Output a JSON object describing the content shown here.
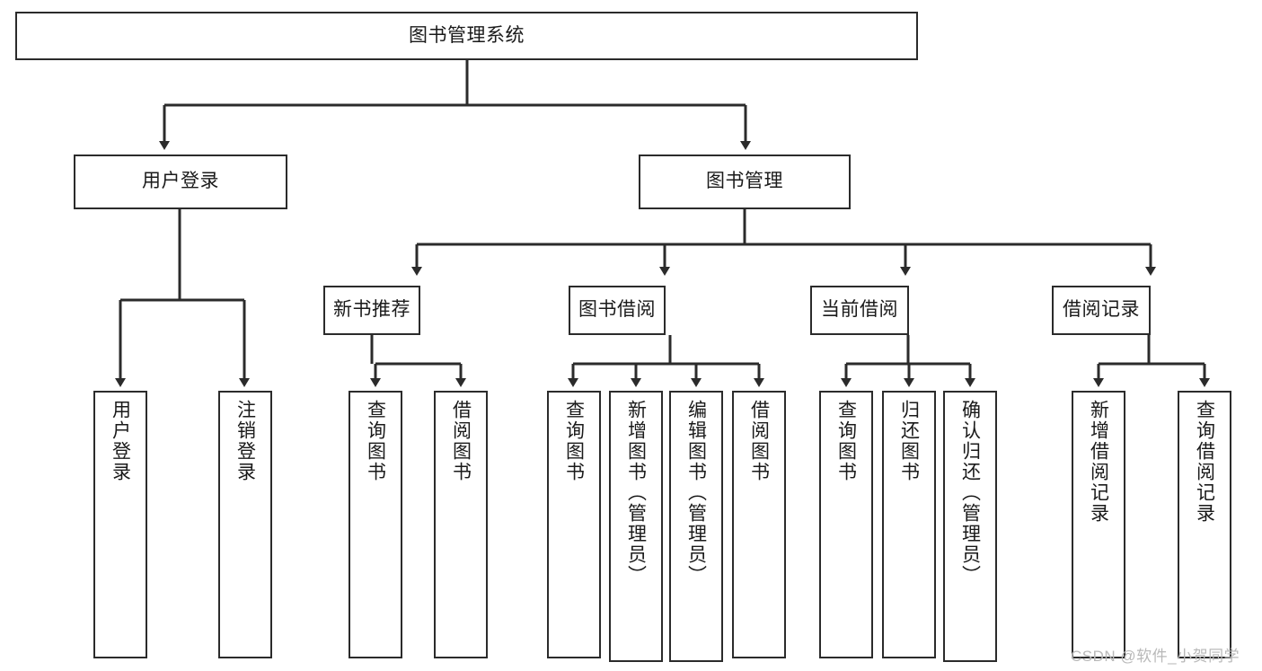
{
  "diagram": {
    "title": "图书管理系统",
    "type": "tree",
    "background_color": "#ffffff",
    "line_color": "#2b2b2b",
    "text_color": "#1a1a1a",
    "nodes": {
      "root": {
        "label": "图书管理系统",
        "orientation": "horizontal"
      },
      "user_login": {
        "label": "用户登录",
        "orientation": "horizontal"
      },
      "book_manage": {
        "label": "图书管理",
        "orientation": "horizontal"
      },
      "new_book_rec": {
        "label": "新书推荐",
        "orientation": "horizontal"
      },
      "book_borrow": {
        "label": "图书借阅",
        "orientation": "horizontal"
      },
      "current_borrow": {
        "label": "当前借阅",
        "orientation": "horizontal"
      },
      "borrow_record": {
        "label": "借阅记录",
        "orientation": "horizontal"
      },
      "leaf_user_login": {
        "label": "用户登录",
        "orientation": "vertical"
      },
      "leaf_logout": {
        "label": "注销登录",
        "orientation": "vertical"
      },
      "leaf_query_book_1": {
        "label": "查询图书",
        "orientation": "vertical"
      },
      "leaf_borrow_book_1": {
        "label": "借阅图书",
        "orientation": "vertical"
      },
      "leaf_query_book_2": {
        "label": "查询图书",
        "orientation": "vertical"
      },
      "leaf_add_book": {
        "label": "新增图书（管理员）",
        "orientation": "vertical"
      },
      "leaf_edit_book": {
        "label": "编辑图书（管理员）",
        "orientation": "vertical"
      },
      "leaf_borrow_book_2": {
        "label": "借阅图书",
        "orientation": "vertical"
      },
      "leaf_query_book_3": {
        "label": "查询图书",
        "orientation": "vertical"
      },
      "leaf_return_book": {
        "label": "归还图书",
        "orientation": "vertical"
      },
      "leaf_confirm_return": {
        "label": "确认归还（管理员）",
        "orientation": "vertical"
      },
      "leaf_add_record": {
        "label": "新增借阅记录",
        "orientation": "vertical"
      },
      "leaf_query_record": {
        "label": "查询借阅记录",
        "orientation": "vertical"
      }
    },
    "edges": [
      {
        "from": "root",
        "to": "user_login"
      },
      {
        "from": "root",
        "to": "book_manage"
      },
      {
        "from": "user_login",
        "to": "leaf_user_login"
      },
      {
        "from": "user_login",
        "to": "leaf_logout"
      },
      {
        "from": "book_manage",
        "to": "new_book_rec"
      },
      {
        "from": "book_manage",
        "to": "book_borrow"
      },
      {
        "from": "book_manage",
        "to": "current_borrow"
      },
      {
        "from": "book_manage",
        "to": "borrow_record"
      },
      {
        "from": "new_book_rec",
        "to": "leaf_query_book_1"
      },
      {
        "from": "new_book_rec",
        "to": "leaf_borrow_book_1"
      },
      {
        "from": "book_borrow",
        "to": "leaf_query_book_2"
      },
      {
        "from": "book_borrow",
        "to": "leaf_add_book"
      },
      {
        "from": "book_borrow",
        "to": "leaf_edit_book"
      },
      {
        "from": "book_borrow",
        "to": "leaf_borrow_book_2"
      },
      {
        "from": "current_borrow",
        "to": "leaf_query_book_3"
      },
      {
        "from": "current_borrow",
        "to": "leaf_return_book"
      },
      {
        "from": "current_borrow",
        "to": "leaf_confirm_return"
      },
      {
        "from": "borrow_record",
        "to": "leaf_add_record"
      },
      {
        "from": "borrow_record",
        "to": "leaf_query_record"
      }
    ]
  },
  "watermark": {
    "text": "CSDN @软件_小贺同学",
    "color": "#b9b9b9"
  }
}
